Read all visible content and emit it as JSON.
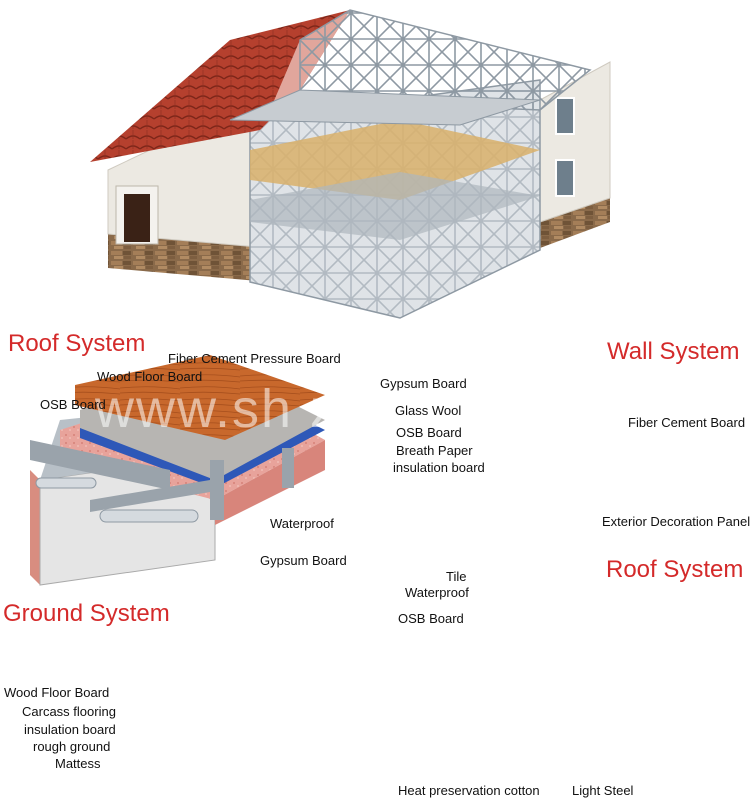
{
  "sections": {
    "roof_1": "Roof System",
    "wall": "Wall System",
    "ground": "Ground System",
    "roof_2": "Roof System"
  },
  "watermark": "www.sh     zh.com",
  "roof_1_labels": {
    "fiber_cement": "Fiber Cement Pressure Board",
    "wood_floor": "Wood Floor Board",
    "osb": "OSB Board",
    "waterproof": "Waterproof",
    "gypsum": "Gypsum Board"
  },
  "wall_labels": {
    "gypsum": "Gypsum Board",
    "glass_wool": "Glass Wool",
    "osb": "OSB Board",
    "breath_paper": "Breath Paper",
    "insulation": "insulation board",
    "fiber_cement": "Fiber Cement Board",
    "exterior_panel": "Exterior Decoration Panel"
  },
  "ground_labels": {
    "wood_floor": "Wood Floor Board",
    "carcass": "Carcass flooring",
    "insulation": "insulation board",
    "rough_ground": "rough ground",
    "mattess": "Mattess"
  },
  "roof_2_labels": {
    "tile": "Tile",
    "waterproof": "Waterproof",
    "osb": "OSB Board",
    "heat_cotton": "Heat preservation cotton",
    "light_steel": "Light Steel"
  },
  "colors": {
    "accent": "#d42a2a",
    "roof_tile": "#b5402e",
    "wall_plaster": "#ece9e2",
    "steel": "#9aa3ab",
    "wood": "#c8682c",
    "insulation_pink": "#e8a39b",
    "osb": "#d8b46a",
    "stone": "#8a6a4a"
  }
}
